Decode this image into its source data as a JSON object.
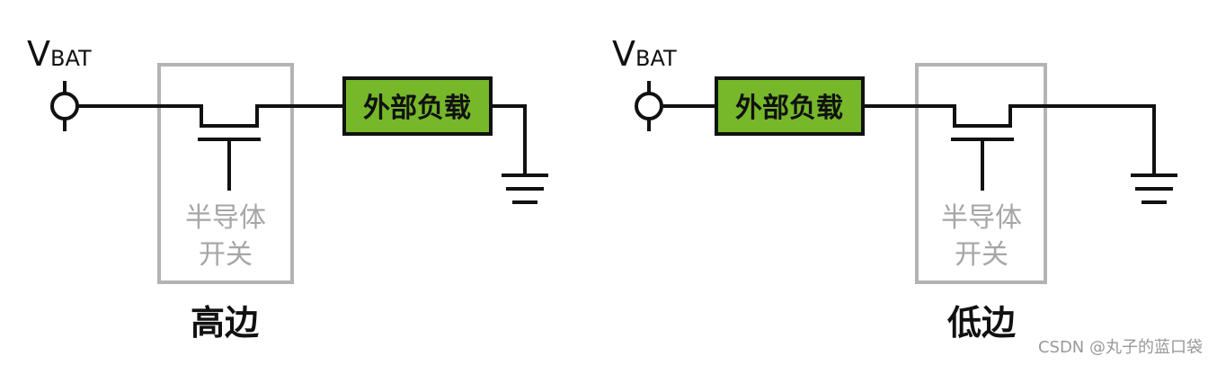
{
  "colors": {
    "wire": "#111111",
    "load_fill": "#76b82a",
    "switch_border": "#b3b3b3",
    "switch_text": "#a6a6a6",
    "watermark": "#999999"
  },
  "left": {
    "vbat_main": "V",
    "vbat_sub": "BAT",
    "load": "外部负载",
    "switch_line1": "半导体",
    "switch_line2": "开关",
    "caption": "高边"
  },
  "right": {
    "vbat_main": "V",
    "vbat_sub": "BAT",
    "load": "外部负载",
    "switch_line1": "半导体",
    "switch_line2": "开关",
    "caption": "低边"
  },
  "watermark": "CSDN @丸子的蓝口袋"
}
